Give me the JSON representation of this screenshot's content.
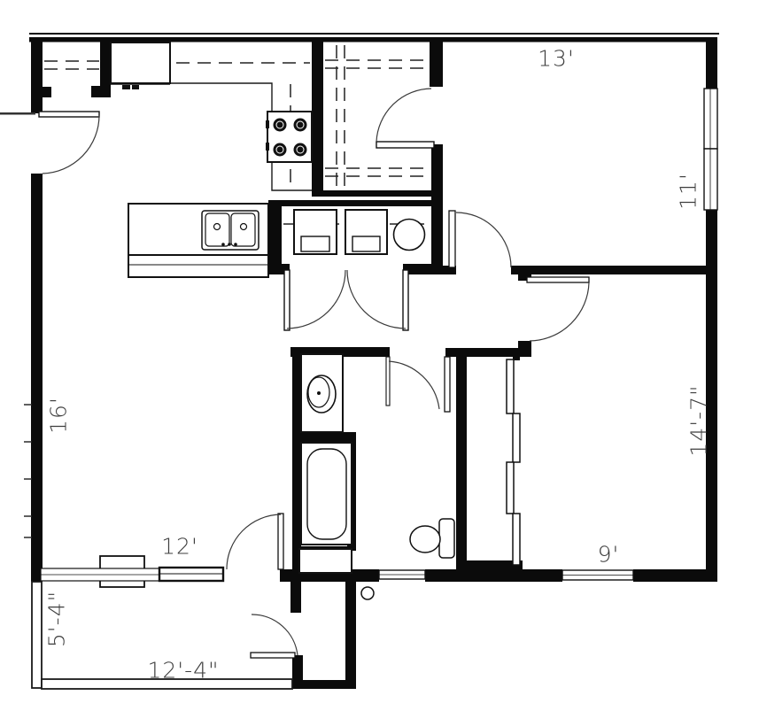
{
  "title": "apartment-floor-plan",
  "labels": {
    "top_room_width": "13'",
    "top_room_depth": "11'",
    "living_depth": "16'",
    "right_room_depth": "14'-7\"",
    "living_width": "12'",
    "bottom_room_width": "9'",
    "patio_depth": "5'-4\"",
    "patio_width": "12'-4\""
  },
  "colors": {
    "wall": "#0b0b0b",
    "line": "#2a2a2a",
    "arc": "#3a3a3a",
    "background": "#ffffff",
    "text": "#3d3d3d"
  },
  "fixtures": [
    "refrigerator",
    "range-stove",
    "kitchen-sink-island",
    "washer",
    "dryer",
    "water-heater",
    "bathroom-vanity-sink",
    "bathtub",
    "linen-closet",
    "toilet",
    "fireplace-unit",
    "storage-closet",
    "coat-closet-shelf",
    "walk-in-closet-shelves",
    "sliding-closet-doors",
    "entry-door",
    "patio-door",
    "windows"
  ]
}
